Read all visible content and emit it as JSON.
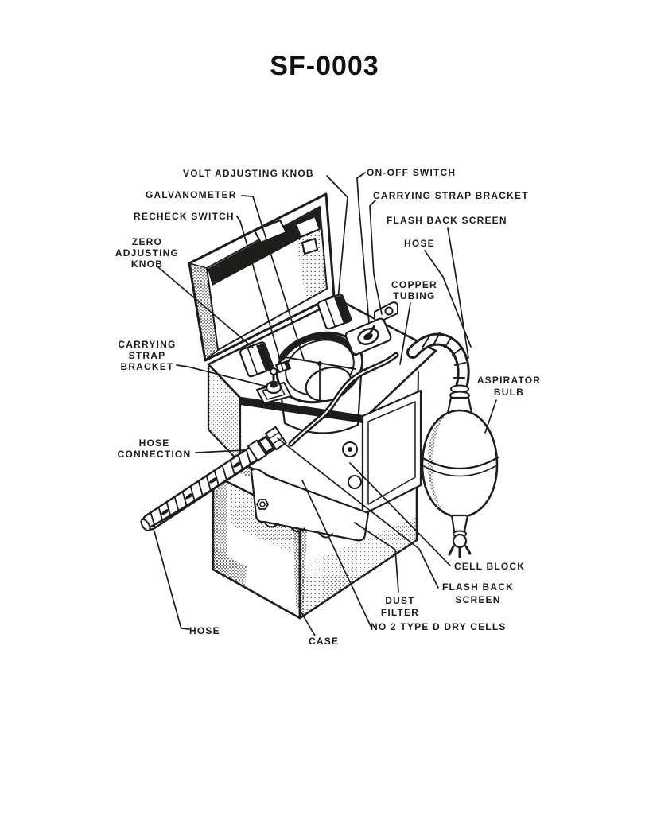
{
  "page": {
    "title": "SF-0003"
  },
  "figure": {
    "type": "labeled-line-diagram",
    "subject": "Combustible gas indicator shown with lid open, sampling probe, aspirator bulb and carrying case",
    "ink_color": "#1d1d1b",
    "paper_color": "#ffffff",
    "labels": [
      {
        "id": "volt-adjusting-knob",
        "text": "VOLT ADJUSTING KNOB"
      },
      {
        "id": "on-off-switch",
        "text": "ON-OFF SWITCH"
      },
      {
        "id": "galvanometer",
        "text": "GALVANOMETER"
      },
      {
        "id": "carrying-strap-bracket-right",
        "text": "CARRYING STRAP BRACKET"
      },
      {
        "id": "recheck-switch",
        "text": "RECHECK SWITCH"
      },
      {
        "id": "flash-back-screen-top",
        "text": "FLASH BACK SCREEN"
      },
      {
        "id": "zero-adjusting-knob",
        "text": "ZERO\nADJUSTING\nKNOB"
      },
      {
        "id": "hose-top",
        "text": "HOSE"
      },
      {
        "id": "copper-tubing",
        "text": "COPPER\nTUBING"
      },
      {
        "id": "carrying-strap-bracket-left",
        "text": "CARRYING\nSTRAP\nBRACKET"
      },
      {
        "id": "aspirator-bulb",
        "text": "ASPIRATOR\nBULB"
      },
      {
        "id": "hose-connection",
        "text": "HOSE\nCONNECTION"
      },
      {
        "id": "cell-block",
        "text": "CELL BLOCK"
      },
      {
        "id": "flash-back-screen-bottom",
        "text": "FLASH BACK\nSCREEN"
      },
      {
        "id": "dust-filter",
        "text": "DUST\nFILTER"
      },
      {
        "id": "no-2-type-d-dry-cells",
        "text": "NO 2 TYPE D DRY CELLS"
      },
      {
        "id": "case",
        "text": "CASE"
      },
      {
        "id": "hose-bottom",
        "text": "HOSE"
      }
    ]
  }
}
